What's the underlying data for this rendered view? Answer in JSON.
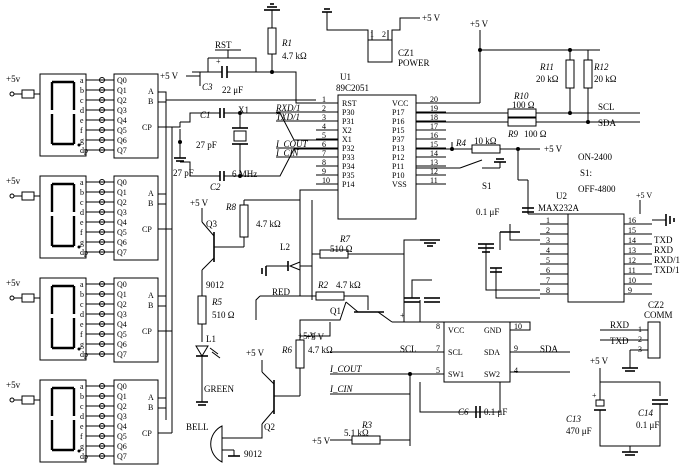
{
  "supply": {
    "plus5v_right": "+5 V",
    "plus5v_left": "+5v",
    "plus5_bare": "+5 V"
  },
  "power": {
    "ref": "CZ1",
    "name": "POWER",
    "pin1": "1",
    "pin2": "2"
  },
  "reset": {
    "label": "RST",
    "c3_ref": "C3",
    "c3_val": "22 μF",
    "r1_ref": "R1",
    "r1_val": "4.7 kΩ"
  },
  "mcu": {
    "ref": "U1",
    "part": "89C2051",
    "left_pins": [
      {
        "num": "1",
        "name": "RST",
        "net": ""
      },
      {
        "num": "2",
        "name": "P30",
        "net": "RXD/1"
      },
      {
        "num": "3",
        "name": "P31",
        "net": "TXD/1"
      },
      {
        "num": "4",
        "name": "X2",
        "net": ""
      },
      {
        "num": "5",
        "name": "X1",
        "net": ""
      },
      {
        "num": "6",
        "name": "P32",
        "net": "I_COUT"
      },
      {
        "num": "7",
        "name": "P33",
        "net": "I_CIN"
      },
      {
        "num": "8",
        "name": "P34",
        "net": ""
      },
      {
        "num": "9",
        "name": "P35",
        "net": ""
      },
      {
        "num": "10",
        "name": "P14",
        "net": ""
      }
    ],
    "right_pins": [
      {
        "num": "20",
        "name": "VCC"
      },
      {
        "num": "19",
        "name": "P17"
      },
      {
        "num": "18",
        "name": "P16"
      },
      {
        "num": "17",
        "name": "P15"
      },
      {
        "num": "16",
        "name": "P37"
      },
      {
        "num": "15",
        "name": "P13"
      },
      {
        "num": "14",
        "name": "P12"
      },
      {
        "num": "13",
        "name": "P11"
      },
      {
        "num": "12",
        "name": "P10"
      },
      {
        "num": "11",
        "name": "VSS"
      }
    ]
  },
  "crystal": {
    "x1_ref": "X1",
    "x1_val": "6 MHz",
    "c1_ref": "C1",
    "c2_ref": "C2",
    "c_val": "27 pF",
    "c_val2": "27 pF"
  },
  "bus": {
    "scl": "SCL",
    "sda": "SDA",
    "r9": "R9",
    "r9_val": "100 Ω",
    "r10": "R10",
    "r10_val": "100 Ω",
    "r11": "R11",
    "r11_val": "20 kΩ",
    "r12": "R12",
    "r12_val": "20 kΩ"
  },
  "switch": {
    "r4": "R4",
    "r4_val": "10 kΩ",
    "s1": "S1",
    "s1_label": "S1:",
    "on": "ON-2400",
    "off": "OFF-4800"
  },
  "max232": {
    "ref": "U2",
    "part": "MAX232A",
    "cap": "0.1 μF",
    "right_labels": [
      "TXD",
      "RXD",
      "RXD/1",
      "TXD/1"
    ],
    "left_nums": [
      "1",
      "2",
      "3",
      "4",
      "5",
      "6",
      "7",
      "8"
    ],
    "right_nums": [
      "16",
      "15",
      "14",
      "13",
      "12",
      "11",
      "10",
      "9"
    ]
  },
  "comm": {
    "ref": "CZ2",
    "name": "COMM",
    "txd": "TXD",
    "rxd": "RXD",
    "p1": "1",
    "p2": "2",
    "p3": "3"
  },
  "transistors": {
    "q3": "Q3",
    "q3_part": "9012",
    "r8": "R8",
    "r8_val": "4.7 kΩ",
    "r5": "R5",
    "r5_val": "510 Ω",
    "l1": "L1",
    "l1_label": "GREEN",
    "l2": "L2",
    "l2_label": "RED",
    "r7": "R7",
    "r7_val": "510 Ω",
    "r2": "R2",
    "r2_val": "4.7 kΩ",
    "q1": "Q1",
    "r6": "R6",
    "r6_val": "4.7 kΩ",
    "q2": "Q2",
    "q2_part": "9012",
    "bell": "BELL"
  },
  "sensor": {
    "pins_left": [
      "VCC",
      "SCL",
      "SW1"
    ],
    "pins_right": [
      "GND",
      "SDA",
      "SW2"
    ],
    "nums_left": [
      "8",
      "7",
      "5"
    ],
    "nums_right": [
      "10",
      "9",
      "4"
    ],
    "scl": "SCL",
    "sda": "SDA",
    "icout": "I_COUT",
    "icin": "I_CIN",
    "c6": "C6",
    "c6_val": "0.1 μF",
    "r3": "R3",
    "r3_val": "5.1 kΩ",
    "c13": "C13",
    "c13_val": "470 μF",
    "c14": "C14",
    "c14_val": "0.1 μF"
  },
  "display": {
    "latch_pins": [
      "Q0",
      "Q1",
      "Q2",
      "Q3",
      "Q4",
      "Q5",
      "Q6",
      "Q7"
    ],
    "seg_pins": [
      "a",
      "b",
      "c",
      "d",
      "e",
      "f",
      "g",
      "dp"
    ],
    "a": "A",
    "b": "B",
    "cp": "CP"
  }
}
